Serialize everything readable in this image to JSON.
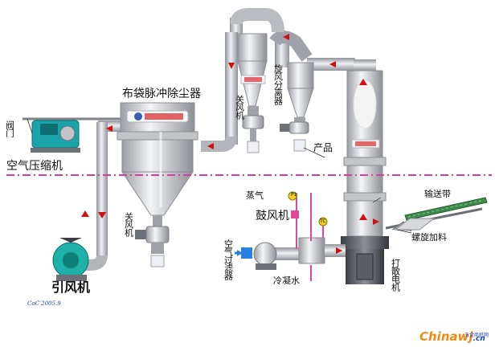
{
  "colors": {
    "background": "#ffffff",
    "pipe": "#c9cbd0",
    "pipe_edge": "#8a8d93",
    "flow_arrow": "#cc1111",
    "divider": "#d93aa4",
    "steam": "#e0489a",
    "hot_air": "#d12a2a",
    "blue_part": "#2b7fe0",
    "conveyor": "#3f8a4a",
    "compressor": "#1aa3a8"
  },
  "labels": {
    "filter_title": "布袋脉冲除尘器",
    "valve": "阀门",
    "compressor": "空气压缩机",
    "induced_fan": "引风机",
    "rotary_valve_left": "关风机",
    "rotary_valve_top": "关风机",
    "cyclone": "旋风分离器",
    "product": "产品",
    "steam": "蒸气",
    "blower": "鼓风机",
    "air_filter": "空气过滤器",
    "condensate": "冷凝水",
    "conveyor_belt": "输送带",
    "screw_feeder": "螺旋加料",
    "crusher_motor": "打散电机",
    "gauge_p1": "P1",
    "gauge_tc": "TC",
    "small_note": "CoC 2005.9"
  },
  "watermark": {
    "brand": "Chinawj",
    "domain_suffix": ".cn",
    "subtitle": "五金商机网"
  }
}
